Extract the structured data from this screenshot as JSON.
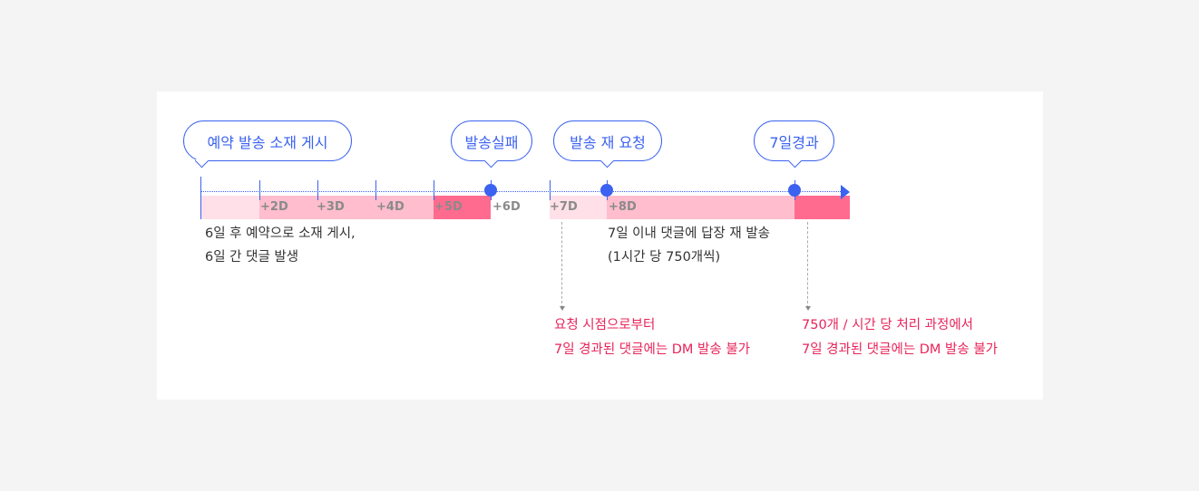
{
  "bubbles": [
    "예약 발송 소재 게시",
    "발송실패",
    "발송 재 요청",
    "7일경과"
  ],
  "ticks": [
    "+2D",
    "+3D",
    "+4D",
    "+5D",
    "+6D",
    "+7D",
    "+8D"
  ],
  "desc1": [
    "6일 후 예약으로 소재 게시,",
    "6일 간 댓글 발생"
  ],
  "desc2": [
    "7일 이내 댓글에 답장 재 발송",
    "(1시간 당 750개씩)"
  ],
  "note1": [
    "요청 시점으로부터",
    "7일 경과된 댓글에는 DM 발송 불가"
  ],
  "note2": [
    "750개 / 시간 당 처리 과정에서",
    "7일 경과된 댓글에는 DM 발송 불가"
  ],
  "colors": {
    "accent": "#3b62f0",
    "light": "#ffe0e8",
    "mid": "#ffbdcd",
    "strong": "#ff6b8f",
    "warn": "#e8245a"
  }
}
